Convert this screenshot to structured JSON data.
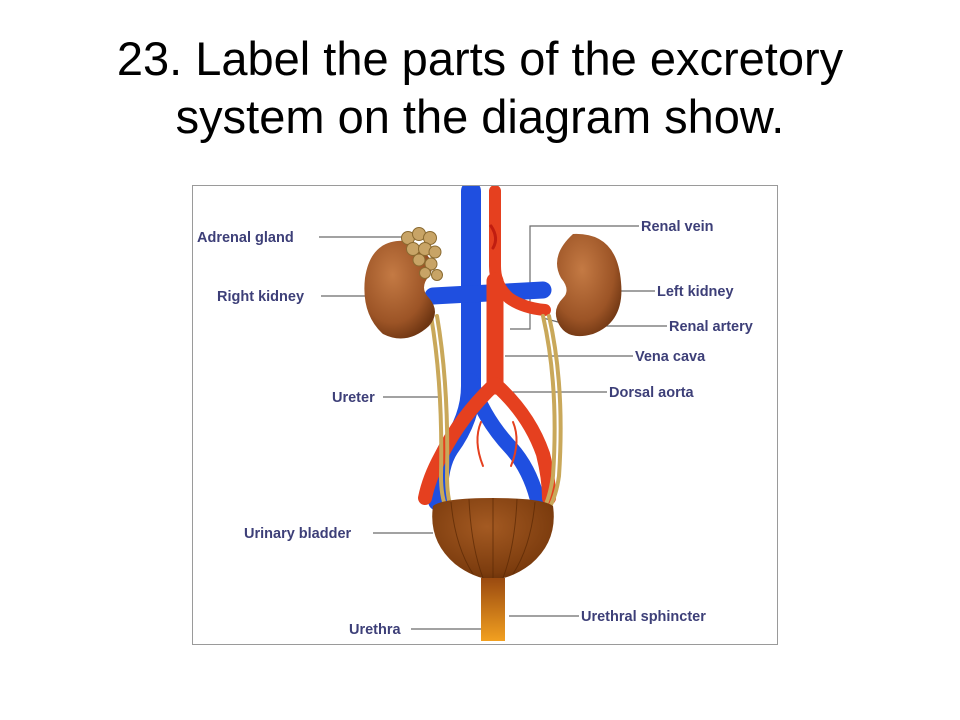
{
  "slide": {
    "title_line1": "23. Label the parts of the excretory",
    "title_line2": "system on the diagram show."
  },
  "diagram": {
    "labels": {
      "adrenal_gland": "Adrenal gland",
      "right_kidney": "Right kidney",
      "ureter": "Ureter",
      "urinary_bladder": "Urinary bladder",
      "urethra": "Urethra",
      "renal_vein": "Renal vein",
      "left_kidney": "Left kidney",
      "renal_artery": "Renal artery",
      "vena_cava": "Vena cava",
      "dorsal_aorta": "Dorsal aorta",
      "urethral_sphincter": "Urethral sphincter"
    },
    "colors": {
      "vein": "#1f4fe0",
      "artery": "#e5401f",
      "kidney": "#a65a2a",
      "bladder": "#8a4512",
      "ureter": "#c9a85a",
      "adrenal": "#c8a466",
      "urethra": "#e88a10",
      "label_text": "#3d3f78"
    }
  }
}
